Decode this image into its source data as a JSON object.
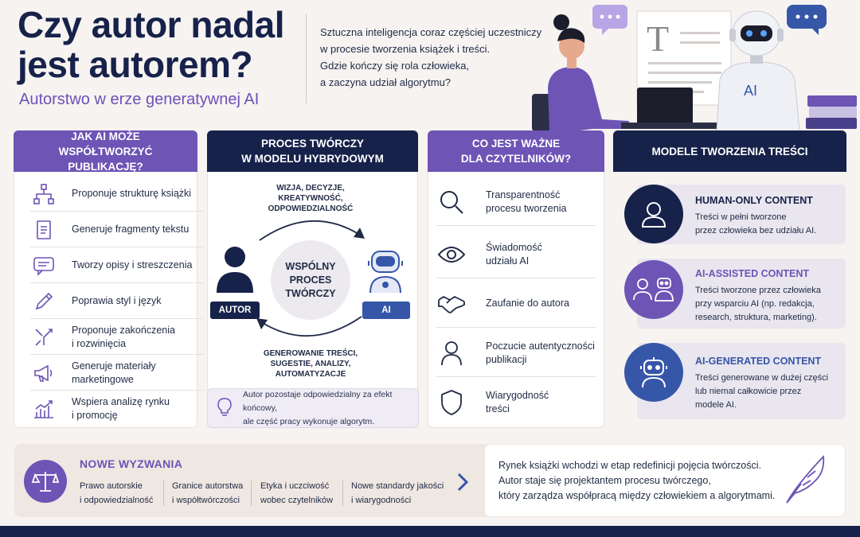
{
  "header": {
    "title": "Czy autor nadal jest autorem?",
    "subtitle": "Autorstwo w erze generatywnej AI",
    "intro": "Sztuczna inteligencja coraz częściej uczestniczy\nw procesie tworzenia książek i treści.\nGdzie kończy się rola człowieka,\na zaczyna udział algorytmu?"
  },
  "hero": {
    "doc_letter": "T",
    "robot_label": "AI"
  },
  "colors": {
    "purple": "#6d54b5",
    "navy": "#17224a",
    "blue": "#3656a8",
    "background": "#f6f3f1"
  },
  "col1": {
    "heading": "JAK AI MOŻE WSPÓŁTWORZYĆ\nPUBLIKACJĘ?",
    "items": [
      {
        "label": "Proponuje strukturę książki",
        "icon": "structure-icon"
      },
      {
        "label": "Generuje fragmenty tekstu",
        "icon": "document-icon"
      },
      {
        "label": "Tworzy opisy i streszczenia",
        "icon": "chat-icon"
      },
      {
        "label": "Poprawia styl i język",
        "icon": "pencil-icon"
      },
      {
        "label": "Proponuje zakończenia\ni rozwinięcia",
        "icon": "arrows-icon"
      },
      {
        "label": "Generuje materiały\nmarketingowe",
        "icon": "megaphone-icon"
      },
      {
        "label": "Wspiera analizę rynku\ni promocję",
        "icon": "chart-icon"
      }
    ]
  },
  "col2": {
    "heading": "PROCES TWÓRCZY\nW MODELU HYBRYDOWYM",
    "top_text": "WIZJA, DECYZJE,\nKREATYWNOŚĆ,\nODPOWIEDZIALNOŚĆ",
    "center": "WSPÓLNY\nPROCES\nTWÓRCZY",
    "author_tag": "AUTOR",
    "ai_tag": "AI",
    "bottom_text": "GENEROWANIE TREŚCI,\nSUGESTIE, ANALIZY,\nAUTOMATYZACJE",
    "note": "Autor pozostaje odpowiedzialny za efekt końcowy,\nale część pracy wykonuje algorytm."
  },
  "col3": {
    "heading": "CO JEST WAŻNE\nDLA CZYTELNIKÓW?",
    "items": [
      {
        "label": "Transparentność\nprocesu tworzenia",
        "icon": "magnifier-icon"
      },
      {
        "label": "Świadomość\nudziału AI",
        "icon": "eye-icon"
      },
      {
        "label": "Zaufanie do autora",
        "icon": "handshake-icon"
      },
      {
        "label": "Poczucie autentyczności\npublikacji",
        "icon": "person-icon"
      },
      {
        "label": "Wiarygodność\ntreści",
        "icon": "shield-icon"
      }
    ]
  },
  "col4": {
    "heading": "MODELE TWORZENIA TREŚCI",
    "models": [
      {
        "title": "HUMAN-ONLY CONTENT",
        "desc": "Treści w pełni tworzone\nprzez człowieka bez udziału AI."
      },
      {
        "title": "AI-ASSISTED CONTENT",
        "desc": "Treści tworzone przez człowieka\nprzy wsparciu AI (np. redakcja,\nresearch, struktura, marketing)."
      },
      {
        "title": "AI-GENERATED CONTENT",
        "desc": "Treści generowane w dużej części\nlub niemal całkowicie przez\nmodele AI."
      }
    ]
  },
  "challenges": {
    "title": "NOWE WYZWANIA",
    "items": [
      "Prawo autorskie\ni odpowiedzialność",
      "Granice autorstwa\ni współtwórczości",
      "Etyka i uczciwość\nwobec czytelników",
      "Nowe standardy jakości\ni wiarygodności"
    ]
  },
  "conclusion": "Rynek książki wchodzi w etap redefinicji pojęcia twórczości.\nAutor staje się projektantem procesu twórczego,\nktóry zarządza współpracą między człowiekiem a algorytmami."
}
